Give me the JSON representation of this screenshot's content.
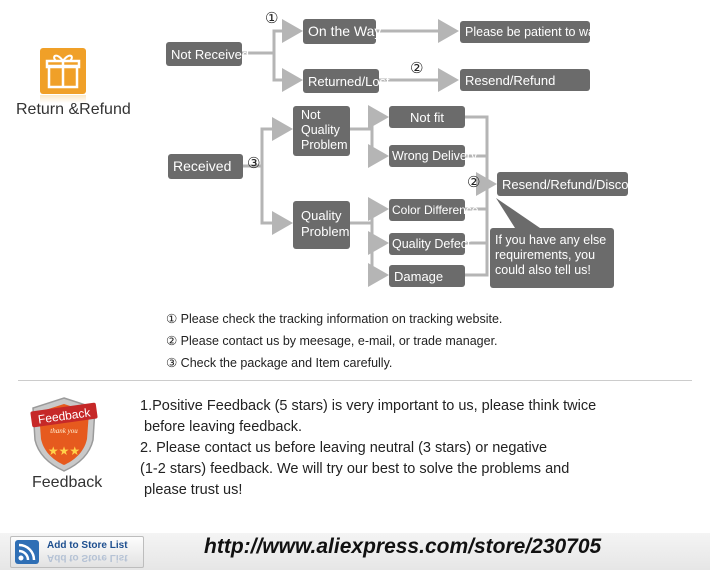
{
  "return_section": {
    "icon": "gift-icon",
    "label": "Return &Refund",
    "colors": {
      "accent": "#f0a028",
      "box": "#6b6b6b",
      "arrow": "#b5b5b5"
    }
  },
  "flow": {
    "not_received": "Not Received",
    "on_the_way": "On the Way",
    "returned_lost": "Returned/Lost",
    "please_wait": "Please be patient to wait",
    "resend_refund": "Resend/Refund",
    "received": "Received",
    "not_quality_problem": "Not Quality Problem",
    "quality_problem": "Quality Problem",
    "not_fit": "Not fit",
    "wrong_delivery": "Wrong Delivery",
    "color_difference": "Color Difference",
    "quality_defect": "Quality Defect",
    "damage": "Damage",
    "resend_refund_discount": "Resend/Refund/Discount",
    "callout": "If you have any else requirements, you could also tell us!",
    "marker1": "①",
    "marker2": "②",
    "marker3": "③"
  },
  "notes": [
    "① Please check the tracking information on tracking website.",
    "② Please contact us by meesage, e-mail, or trade manager.",
    "③ Check the package and Item carefully."
  ],
  "feedback": {
    "badge_text": "Feedback",
    "badge_sub": "thank you",
    "label": "Feedback",
    "lines": [
      "1.Positive Feedback (5 stars) is very important to us, please think twice",
      " before leaving feedback.",
      "2. Please contact us before leaving neutral (3 stars) or negative",
      "(1-2 stars) feedback. We will try our best to solve the problems and",
      " please trust us!"
    ]
  },
  "footer": {
    "store_button": "Add to Store List",
    "store_icon": "rss-icon",
    "url": "http://www.aliexpress.com/store/230705"
  }
}
